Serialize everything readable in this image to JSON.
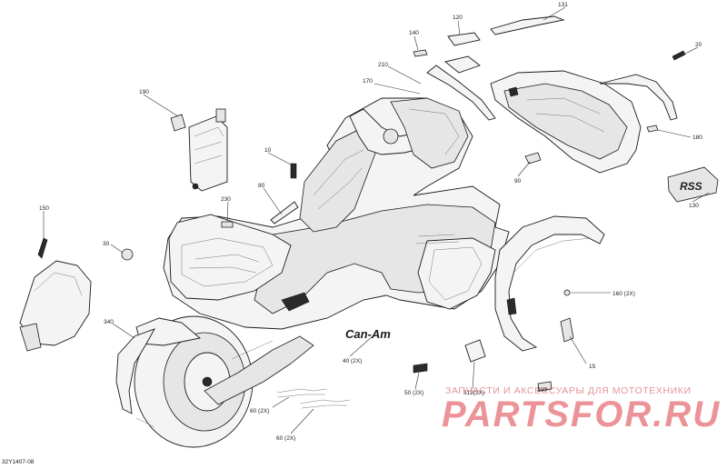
{
  "document": {
    "id": "32Y1407-08"
  },
  "watermark": {
    "tagline": "ЗАПЧАСТИ И АКСЕССУАРЫ ДЛЯ МОТОТЕХНИКИ",
    "logo": "PARTSFOR.RU",
    "color": "#d93a46"
  },
  "decals": {
    "brand": "Can-Am",
    "rss": "RSS"
  },
  "callouts": [
    {
      "id": "c131",
      "text": "131"
    },
    {
      "id": "c120",
      "text": "120"
    },
    {
      "id": "c140",
      "text": "140"
    },
    {
      "id": "c20",
      "text": "20"
    },
    {
      "id": "c210",
      "text": "210"
    },
    {
      "id": "c170",
      "text": "170"
    },
    {
      "id": "c190",
      "text": "190"
    },
    {
      "id": "c180",
      "text": "180"
    },
    {
      "id": "c10",
      "text": "10"
    },
    {
      "id": "c90",
      "text": "90"
    },
    {
      "id": "c130",
      "text": "130"
    },
    {
      "id": "c80",
      "text": "80"
    },
    {
      "id": "c230",
      "text": "230"
    },
    {
      "id": "c150",
      "text": "150"
    },
    {
      "id": "c30",
      "text": "30"
    },
    {
      "id": "c160",
      "text": "160 (2X)"
    },
    {
      "id": "c340",
      "text": "340"
    },
    {
      "id": "c40",
      "text": "40 (2X)"
    },
    {
      "id": "c15",
      "text": "15"
    },
    {
      "id": "c50",
      "text": "50 (2X)"
    },
    {
      "id": "c312",
      "text": "312(2X)"
    },
    {
      "id": "c300",
      "text": "300"
    },
    {
      "id": "c60a",
      "text": "60 (2X)"
    },
    {
      "id": "c60b",
      "text": "60 (2X)"
    }
  ]
}
